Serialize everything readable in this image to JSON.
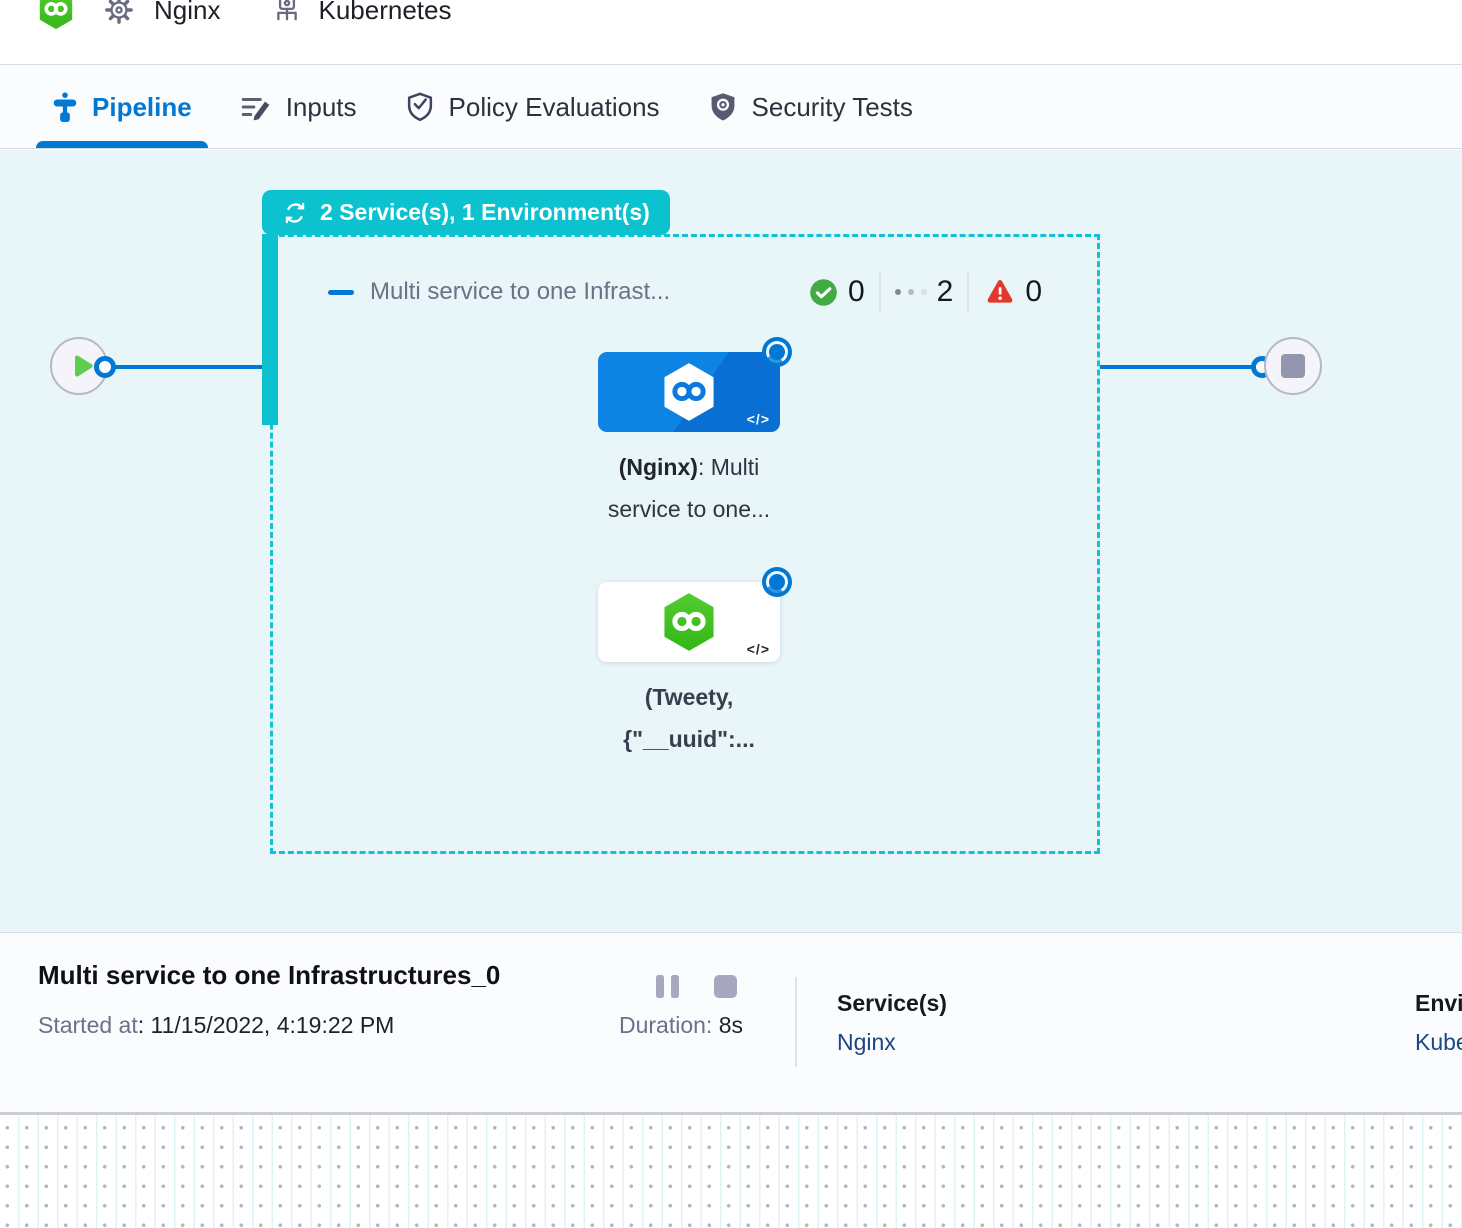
{
  "header": {
    "service": "Nginx",
    "infra": "Kubernetes"
  },
  "tabs": {
    "pipeline": "Pipeline",
    "inputs": "Inputs",
    "policy": "Policy Evaluations",
    "security": "Security Tests"
  },
  "canvas": {
    "badge": "2 Service(s), 1 Environment(s)",
    "stage_title": "Multi service to one Infrast...",
    "counts": {
      "success": "0",
      "running": "2",
      "failed": "0"
    },
    "node1": {
      "bold": "(Nginx)",
      "rest": ": Multi",
      "line2": "service to one...",
      "code": "</>"
    },
    "node2": {
      "line1": "(Tweety,",
      "line2": "{\"__uuid\":...",
      "code": "</>"
    }
  },
  "footer": {
    "title": "Multi service to one Infrastructures_0",
    "started_label": "Started at",
    "started_value": ": 11/15/2022, 4:19:22 PM",
    "duration_label": "Duration:",
    "duration_value": "8s",
    "services_label": "Service(s)",
    "services_value": "Nginx",
    "environments_label": "Environment(s)",
    "environments_value": "Kubernetes"
  },
  "colors": {
    "accent_blue": "#0278d5",
    "teal": "#0bc2ce",
    "success_green": "#42ab45",
    "error_red": "#e3392b",
    "link_navy": "#1c4584",
    "canvas_bg": "#e8f5f9"
  }
}
